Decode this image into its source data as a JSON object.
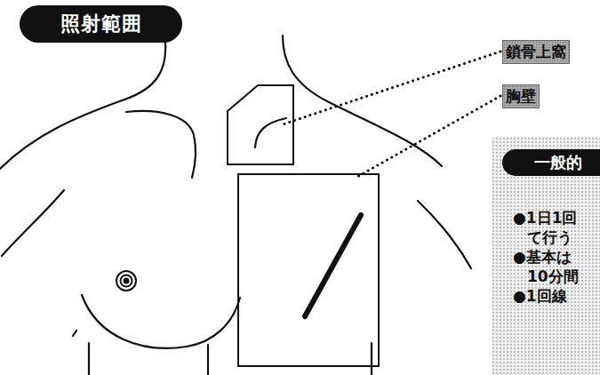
{
  "diagram": {
    "title": "照射範囲",
    "nodes": [
      {
        "text": [
          "鎖骨上窩"
        ]
      },
      {
        "text": [
          "胸壁"
        ]
      },
      {
        "text": [
          "一般的",
          "●1日1回",
          "て行う",
          "●基本は",
          "10分間",
          "●1回線"
        ]
      }
    ]
  }
}
